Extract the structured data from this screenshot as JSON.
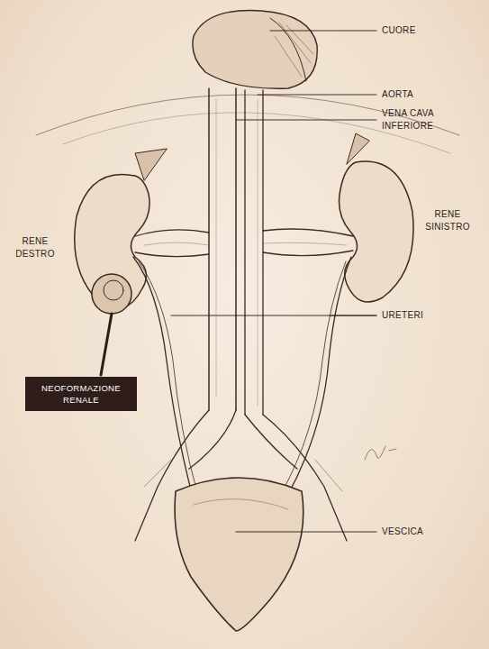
{
  "diagram": {
    "nodes": [
      {
        "text": [
          "NEOFORMAZIONE RENALE"
        ]
      }
    ],
    "labels": [
      "CUORE",
      "AORTA",
      "VENA CAVA INFERIORE",
      "RENE SINISTRO",
      "RENE DESTRO",
      "URETERI",
      "VESCICA"
    ]
  }
}
